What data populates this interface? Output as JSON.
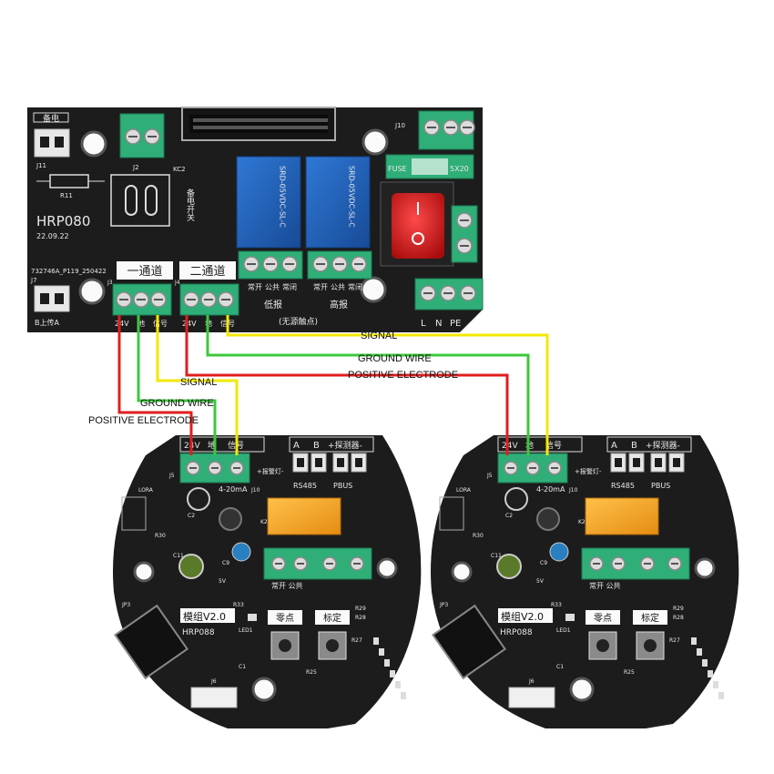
{
  "main_board": {
    "model": "HRP080",
    "date": "22.09.22",
    "serial": "732746A_P119_250422",
    "backup_power_label": "备电",
    "backup_switch_label": "备电开关",
    "channel_1_label": "一通道",
    "channel_2_label": "二通道",
    "low_alarm_label": "低报",
    "high_alarm_label": "高报",
    "dry_contact_label": "(无源触点)",
    "relay_terminal_labels": [
      "常开",
      "公共",
      "常闭",
      "常开",
      "公共",
      "常闭"
    ],
    "channel_pin_labels": [
      "24V",
      "地",
      "信号",
      "24V",
      "地",
      "信号"
    ],
    "uploader_label": "B上传A",
    "power_terminal_labels": [
      "L",
      "N",
      "PE"
    ],
    "fuse_label": "FUSE",
    "fuse_size_label": "5X20",
    "relay_text": "SRD-05VDC-SL-C",
    "connector_refs": [
      "J11",
      "J2",
      "KC2",
      "R11",
      "J10",
      "J3",
      "J4",
      "J7"
    ]
  },
  "sensor_modules": [
    {
      "pin_labels": [
        "24V",
        "地",
        "信号"
      ],
      "module_label": "模组V2.0",
      "model": "HRP088",
      "zero_button_label": "零点",
      "calibrate_button_label": "标定",
      "current_loop_label": "4-20mA",
      "bus_labels": [
        "A",
        "B",
        "+探测器-"
      ],
      "rs485_label": "RS485",
      "pbus_label": "PBUS",
      "alarm_lamp_label": "+报警灯-",
      "relay_terminal_label": "常开 公共",
      "refs": [
        "J5",
        "J10",
        "K2",
        "C2",
        "C9",
        "C11",
        "5V",
        "R33",
        "LED1",
        "R29",
        "R28",
        "R27",
        "R25",
        "C1",
        "JP3",
        "J6",
        "R30",
        "LORA"
      ]
    },
    {
      "pin_labels": [
        "24V",
        "地",
        "信号"
      ],
      "module_label": "模组V2.0",
      "model": "HRP088",
      "zero_button_label": "零点",
      "calibrate_button_label": "标定",
      "current_loop_label": "4-20mA",
      "bus_labels": [
        "A",
        "B",
        "+探测器-"
      ],
      "rs485_label": "RS485",
      "pbus_label": "PBUS",
      "alarm_lamp_label": "+报警灯-",
      "relay_terminal_label": "常开 公共",
      "refs": [
        "J5",
        "J10",
        "K2",
        "C2",
        "C9",
        "C11",
        "5V",
        "R33",
        "LED1",
        "R29",
        "R28",
        "R27",
        "R25",
        "C1",
        "JP3",
        "J6",
        "R30",
        "LORA"
      ]
    }
  ],
  "wires": {
    "signal_label": "SIGNAL",
    "ground_label": "GROUND WIRE",
    "positive_label": "POSITIVE ELECTRODE",
    "colors": {
      "signal": "#f2e800",
      "ground": "#3cc83c",
      "positive": "#e01e1e"
    }
  },
  "colors": {
    "pcb": "#1c1c1c",
    "terminal_block": "#2fae78",
    "relay": "#1f5fb8",
    "switch": "#d21414",
    "buzzer_relay": "#f0a020"
  }
}
